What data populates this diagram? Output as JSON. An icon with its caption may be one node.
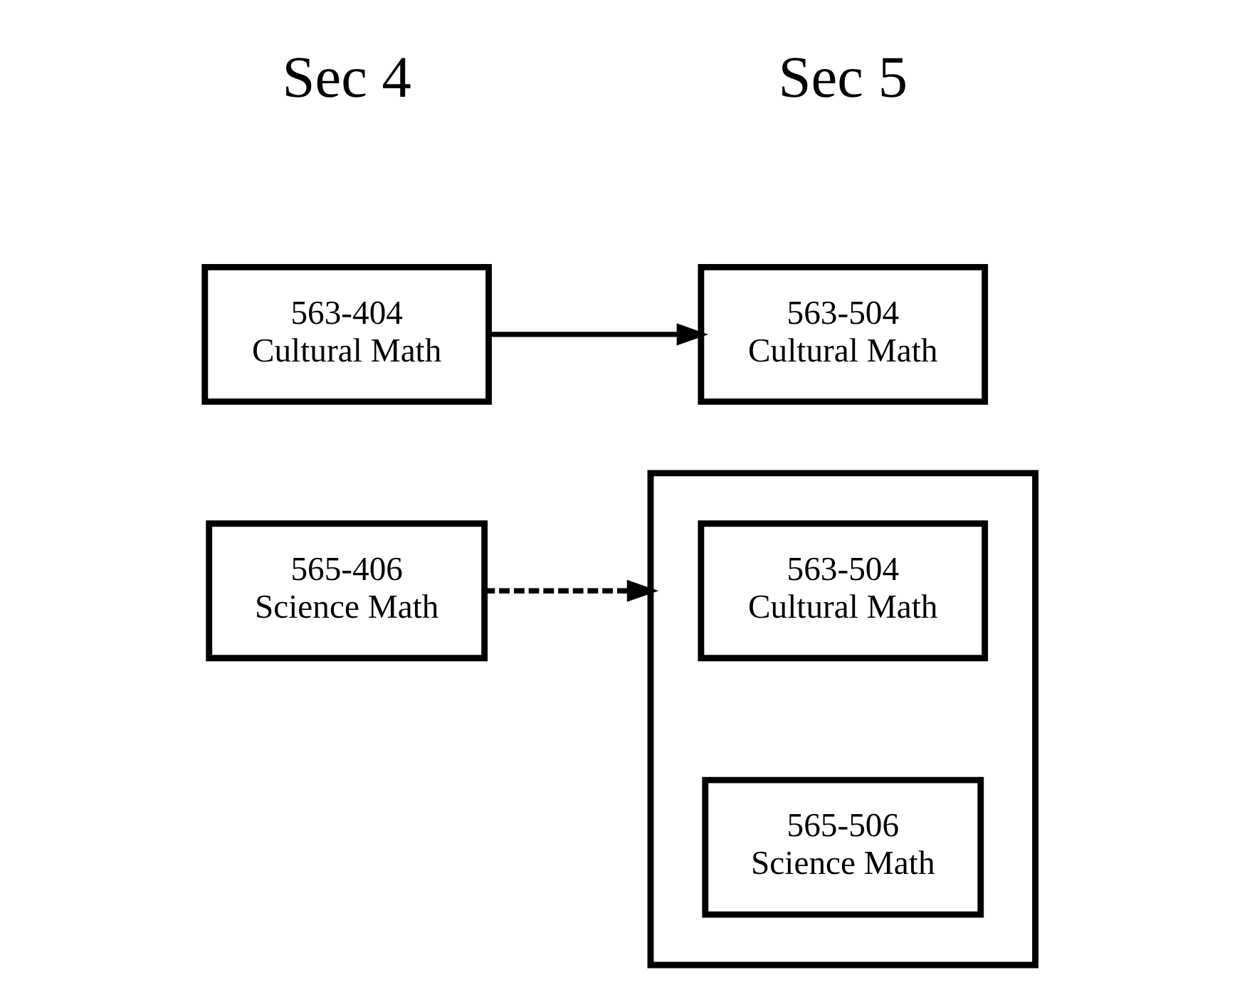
{
  "diagram": {
    "nodes": [
      {
        "text": [
          "563-404 Cultural Math"
        ]
      },
      {
        "text": [
          "563-504 Cultural Math"
        ]
      },
      {
        "text": [
          "565-406 Science Math"
        ]
      },
      {
        "text": [],
        "shape": "box"
      },
      {
        "text": [
          "563-504 Cultural Math"
        ],
        "in": 3
      },
      {
        "text": [
          "565-506 Science Math"
        ],
        "in": 3
      }
    ],
    "edges": [
      {
        "from": 0,
        "to": 1,
        "arrow": "to"
      },
      {
        "from": 2,
        "to": 3,
        "arrow": "to",
        "style": "dashed"
      }
    ],
    "labels": [
      "Sec 4",
      "Sec 5"
    ]
  }
}
